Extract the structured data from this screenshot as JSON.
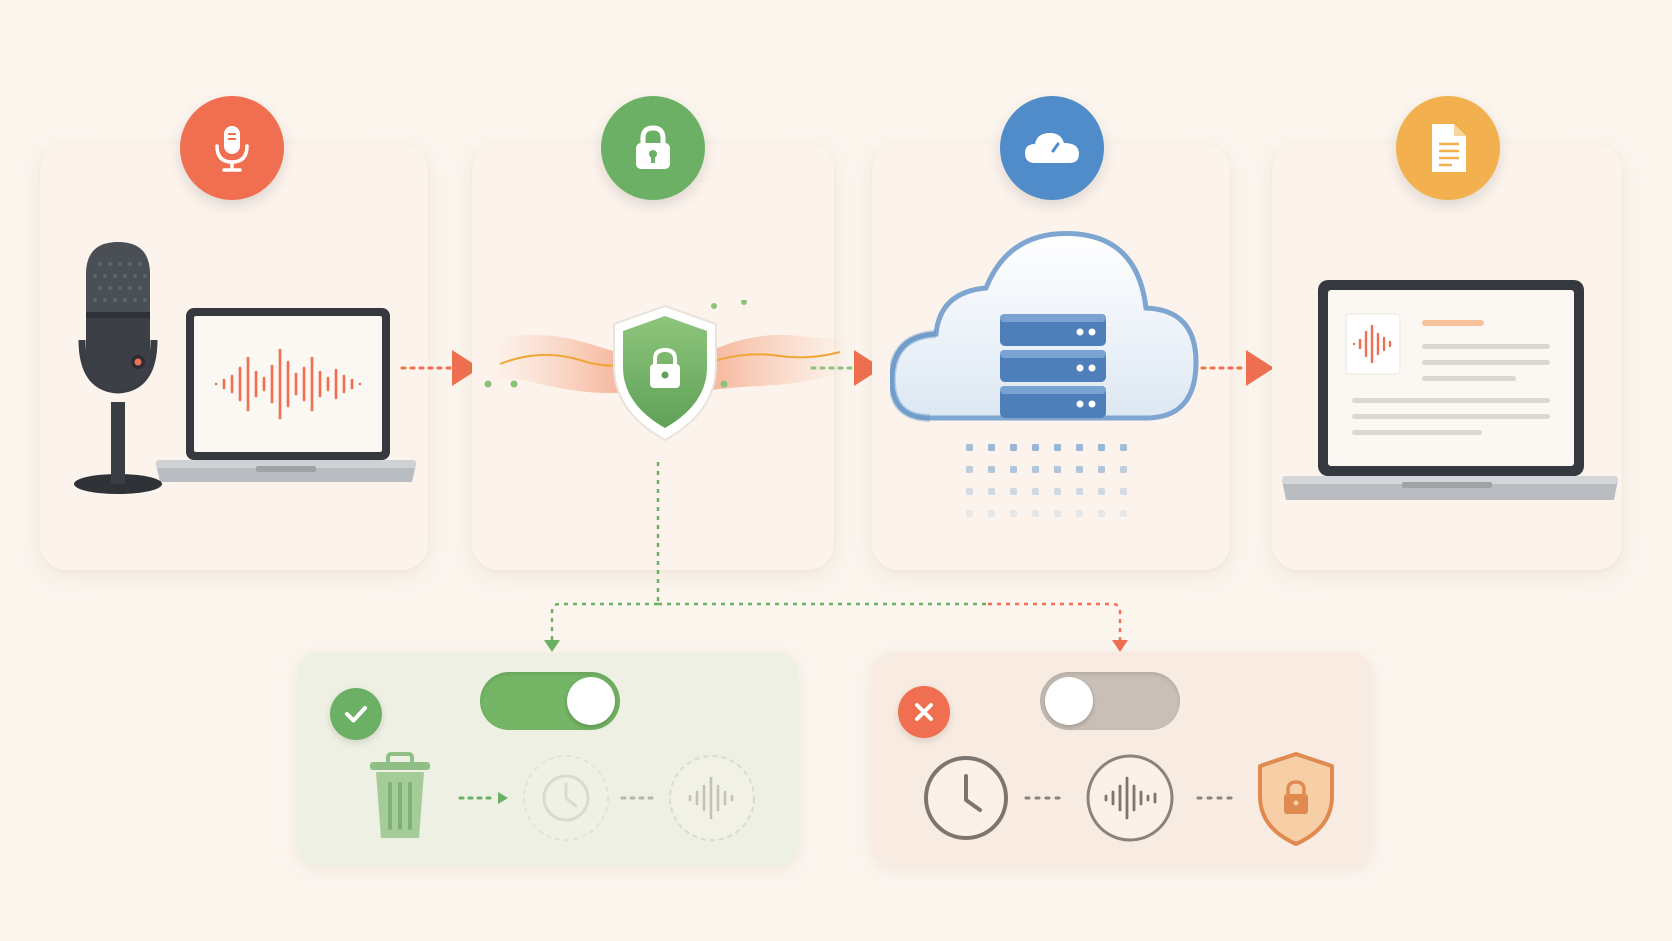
{
  "colors": {
    "background": "#fbf5ee",
    "record_accent": "#ef6f50",
    "secure_accent": "#6bb065",
    "cloud_accent": "#4f8cc9",
    "document_accent": "#f3b04f",
    "enabled_panel": "#eef0e3",
    "disabled_panel": "#f8ebe1",
    "toggle_on": "#74b665",
    "toggle_off": "#c9bfb6"
  },
  "pipeline": {
    "steps": [
      {
        "id": "record",
        "badge_icon": "microphone-icon",
        "scene": "microphone-and-laptop-waveform"
      },
      {
        "id": "encrypt",
        "badge_icon": "padlock-icon",
        "scene": "shield-encrypted-stream"
      },
      {
        "id": "cloud",
        "badge_icon": "cloud-icon",
        "scene": "cloud-server-stack"
      },
      {
        "id": "transcript",
        "badge_icon": "document-icon",
        "scene": "laptop-transcript"
      }
    ]
  },
  "branches": {
    "enabled": {
      "status_icon": "check-icon",
      "toggle_state": "on",
      "flow_icons": [
        "trash-icon",
        "clock-icon",
        "waveform-icon"
      ]
    },
    "disabled": {
      "status_icon": "x-icon",
      "toggle_state": "off",
      "flow_icons": [
        "clock-icon",
        "waveform-icon",
        "shield-lock-icon"
      ]
    }
  }
}
